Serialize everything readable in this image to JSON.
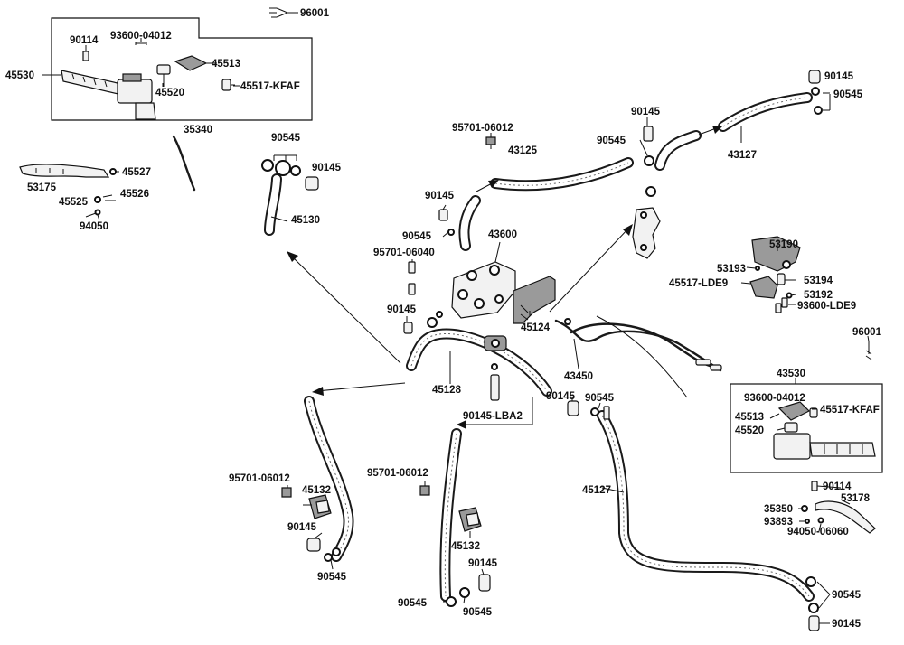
{
  "labels": {
    "p96001_top": "96001",
    "p90114_box1": "90114",
    "p93600_04012_box1": "93600-04012",
    "p45530": "45530",
    "p45513_box1": "45513",
    "p45520_box1": "45520",
    "p45517_kfaf_box1": "45517-KFAF",
    "p35340": "35340",
    "p45527": "45527",
    "p53175": "53175",
    "p45525": "45525",
    "p45526": "45526",
    "p94050": "94050",
    "p90545_a": "90545",
    "p90145_a": "90145",
    "p45130": "45130",
    "p95701_06012_a": "95701-06012",
    "p43125": "43125",
    "p90145_b": "90145",
    "p90545_b": "90545",
    "p90145_c": "90145",
    "p90545_c": "90545",
    "p43127": "43127",
    "p90145_d": "90145",
    "p90545_d": "90545",
    "p43600": "43600",
    "p95701_06040": "95701-06040",
    "p90145_e": "90145",
    "p45124": "45124",
    "p53190": "53190",
    "p53193": "53193",
    "p53194": "53194",
    "p45517_lde9": "45517-LDE9",
    "p53192": "53192",
    "p93600_lde9": "93600-LDE9",
    "p96001_right": "96001",
    "p43450": "43450",
    "p45128": "45128",
    "p90145_lba2": "90145-LBA2",
    "p90145_f": "90145",
    "p90545_f": "90545",
    "p43530": "43530",
    "p93600_04012_box2": "93600-04012",
    "p45513_box2": "45513",
    "p45517_kfaf_box2": "45517-KFAF",
    "p45520_box2": "45520",
    "p95701_06012_b": "95701-06012",
    "p45132_a": "45132",
    "p90145_g": "90145",
    "p90545_g": "90545",
    "p95701_06012_c": "95701-06012",
    "p45132_b": "45132",
    "p90145_h": "90145",
    "p90545_h": "90545",
    "p90545_i": "90545",
    "p45127": "45127",
    "p90114_r": "90114",
    "p53178": "53178",
    "p35350": "35350",
    "p93893": "93893",
    "p94050_06060": "94050-06060",
    "p90545_j": "90545",
    "p90145_j": "90145"
  }
}
